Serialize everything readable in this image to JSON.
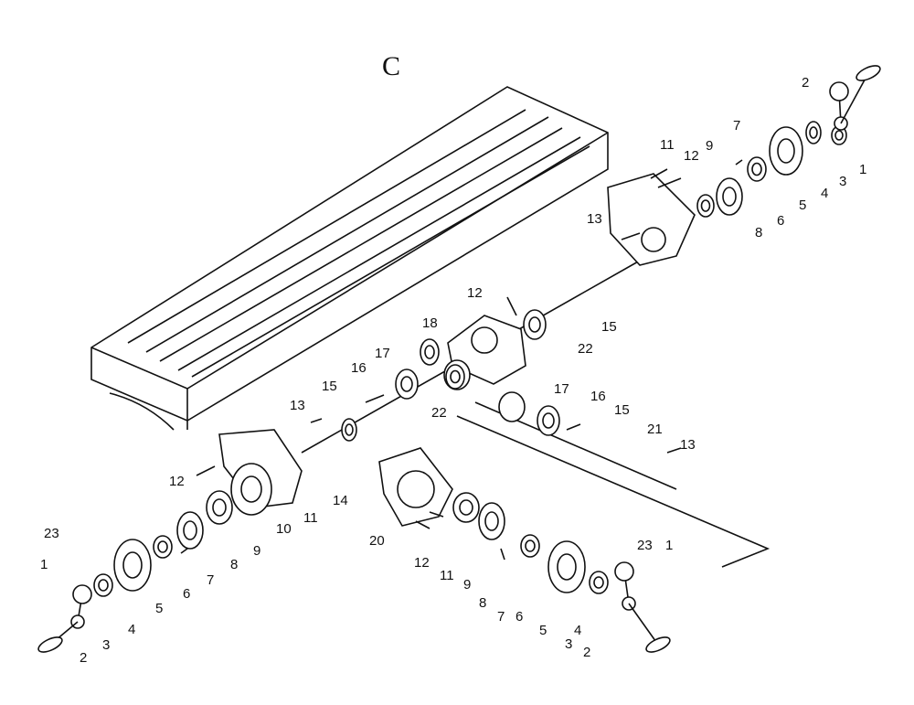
{
  "diagram": {
    "title": "C",
    "labels": {
      "top_right": [
        "2",
        "3",
        "1",
        "4",
        "5",
        "6",
        "7",
        "8",
        "9",
        "11",
        "12",
        "13"
      ],
      "center": [
        "12",
        "15",
        "22",
        "18",
        "17",
        "16",
        "15",
        "13",
        "22",
        "17",
        "16",
        "15",
        "21",
        "13",
        "14"
      ],
      "lower_left": [
        "12",
        "11",
        "10",
        "9",
        "8",
        "7",
        "6",
        "5",
        "4",
        "3",
        "2",
        "1",
        "23"
      ],
      "lower_right": [
        "20",
        "12",
        "11",
        "9",
        "8",
        "7",
        "6",
        "5",
        "4",
        "3",
        "2",
        "23",
        "1"
      ]
    }
  }
}
